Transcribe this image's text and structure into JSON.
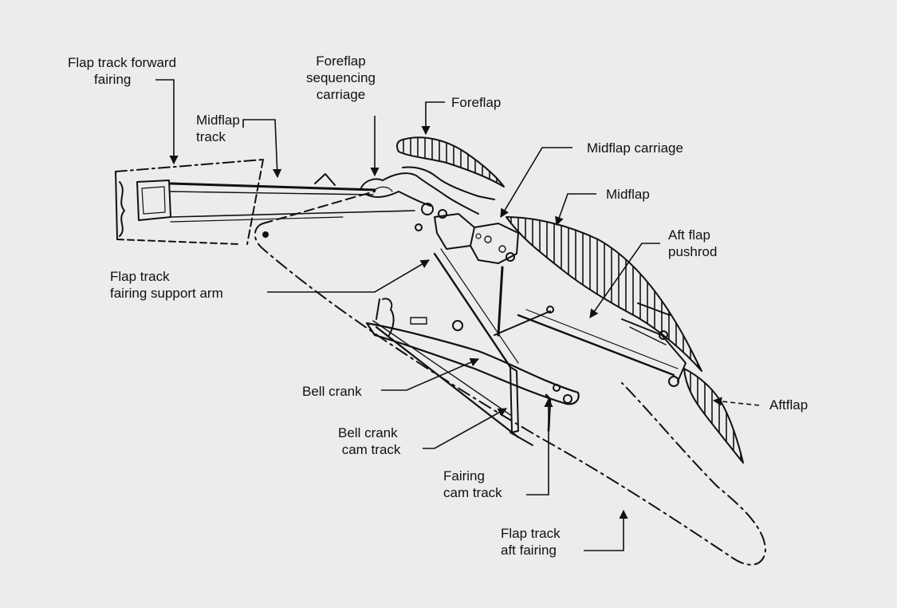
{
  "labels": {
    "flap_track_forward_fairing": "Flap track forward\n       fairing",
    "foreflap_sequencing_carriage": "Foreflap\nsequencing\ncarriage",
    "foreflap": "Foreflap",
    "midflap_track": "Midflap\ntrack",
    "midflap_carriage": "Midflap carriage",
    "midflap": "Midflap",
    "aft_flap_pushrod": "Aft flap\npushrod",
    "flap_track_fairing_support_arm": "Flap track\nfairing support arm",
    "bell_crank": "Bell crank",
    "bell_crank_cam_track": "Bell crank\n cam track",
    "fairing_cam_track": "Fairing\ncam track",
    "flap_track_aft_fairing": "Flap track\naft fairing",
    "aftflap": "Aftflap"
  },
  "colors": {
    "background": "#ececec",
    "ink": "#111111"
  }
}
